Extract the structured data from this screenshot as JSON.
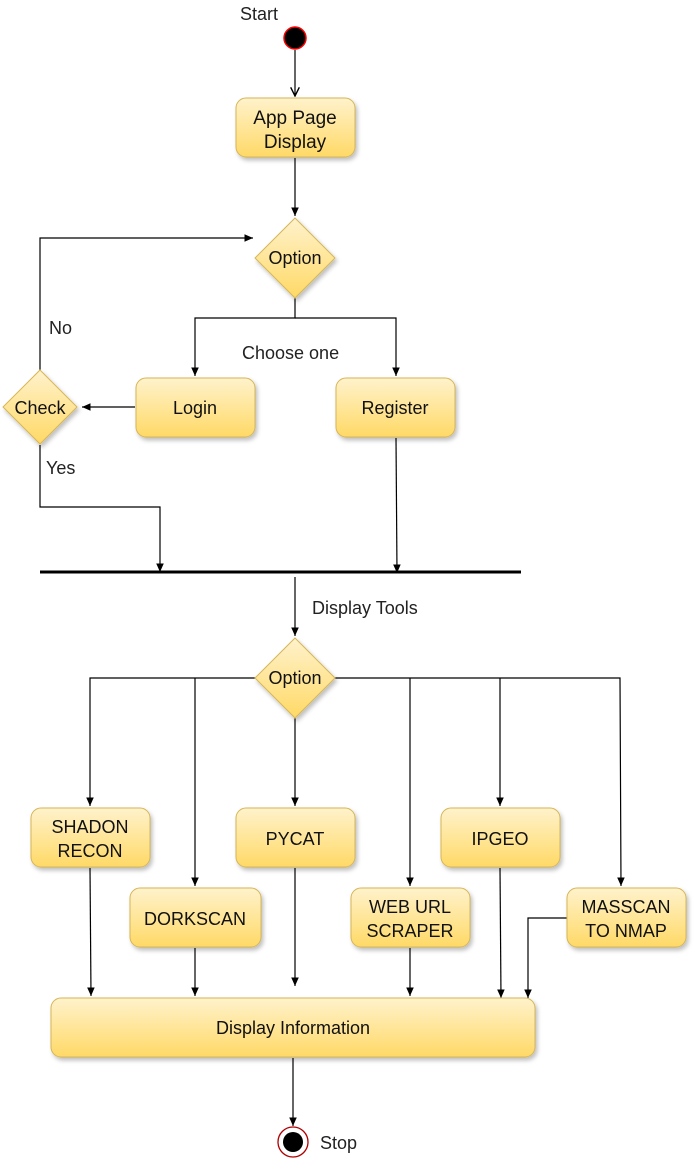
{
  "labels": {
    "start": "Start",
    "stop": "Stop",
    "no": "No",
    "yes": "Yes",
    "choose_one": "Choose one",
    "display_tools": "Display Tools"
  },
  "nodes": {
    "app_page": [
      "App Page",
      "Display"
    ],
    "option1": "Option",
    "login": "Login",
    "register": "Register",
    "check": "Check",
    "option2": "Option",
    "shadon": [
      "SHADON",
      "RECON"
    ],
    "dorkscan": "DORKSCAN",
    "pycat": "PYCAT",
    "web_url": [
      "WEB URL",
      "SCRAPER"
    ],
    "ipgeo": "IPGEO",
    "masscan": [
      "MASSCAN",
      "TO NMAP"
    ],
    "display_info": "Display Information"
  },
  "colors": {
    "box_top": "#fff2cc",
    "box_bottom": "#ffd966",
    "box_stroke": "#d6b656",
    "start_fill": "#000000",
    "start_ring": "#ff0000"
  }
}
